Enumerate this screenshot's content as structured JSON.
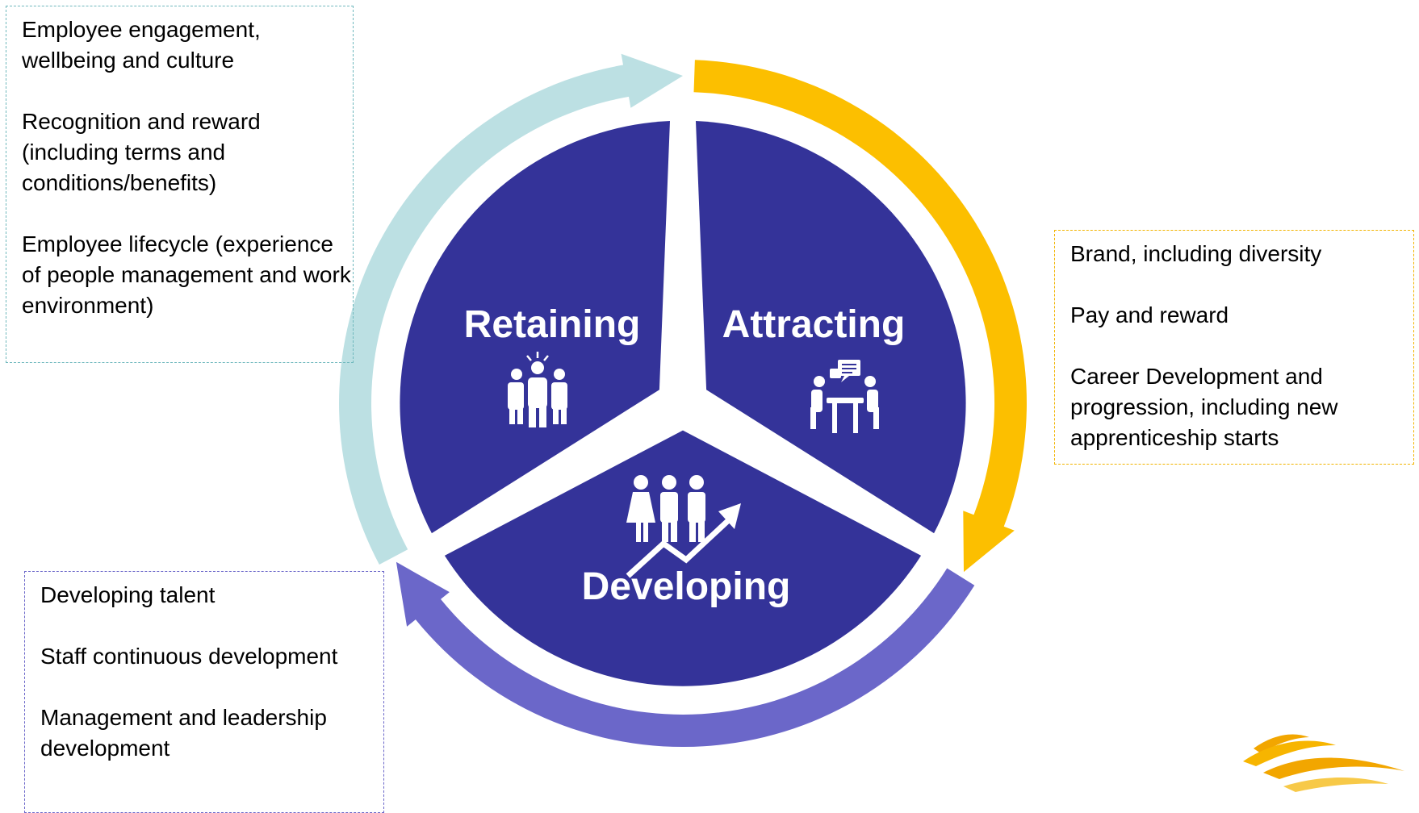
{
  "diagram": {
    "segments": [
      {
        "label": "Retaining",
        "icon": "people-group-icon"
      },
      {
        "label": "Attracting",
        "icon": "interview-meeting-icon"
      },
      {
        "label": "Developing",
        "icon": "people-growth-chart-icon"
      }
    ],
    "colors": {
      "segment_fill": "#343399",
      "arrow_retaining": "#bce0e3",
      "arrow_attracting": "#fcbf00",
      "arrow_developing": "#6b67c9",
      "label": "#ffffff"
    }
  },
  "boxes": {
    "retaining": [
      "Employee engagement, wellbeing and culture",
      "Recognition and reward (including terms and conditions/benefits)",
      "Employee lifecycle (experience of people management and work environment)"
    ],
    "attracting": [
      "Brand, including diversity",
      "Pay and reward",
      "Career Development and progression, including new apprenticeship starts"
    ],
    "developing": [
      "Developing talent",
      "Staff continuous development",
      "Management and leadership development"
    ]
  },
  "logo": {
    "icon": "logo-waves-icon",
    "colors": [
      "#f2a600",
      "#f7c948"
    ]
  }
}
